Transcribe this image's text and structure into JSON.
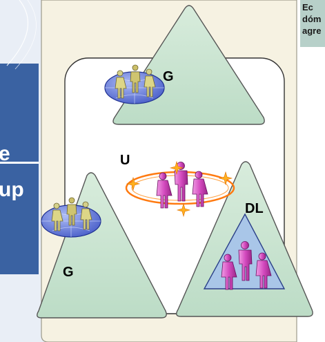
{
  "side_text": [
    "e",
    "up"
  ],
  "labels": {
    "top_group": "G",
    "left_group": "G",
    "universal": "U",
    "domain_local": "DL"
  },
  "note_lines": [
    "Ec",
    "dóm",
    "agre"
  ],
  "colors": {
    "triangle_fill": "#cfe6d5",
    "panel_fill": "#f6f2e2",
    "blue_panel": "#3a62a2",
    "person_pink": "#d84cc0",
    "person_khaki": "#c8bf6a",
    "globe": "#6b7fd8",
    "orbit": "#ff7a10"
  },
  "icons": [
    "group-globe-icon",
    "universal-group-icon",
    "domain-local-group-icon"
  ]
}
